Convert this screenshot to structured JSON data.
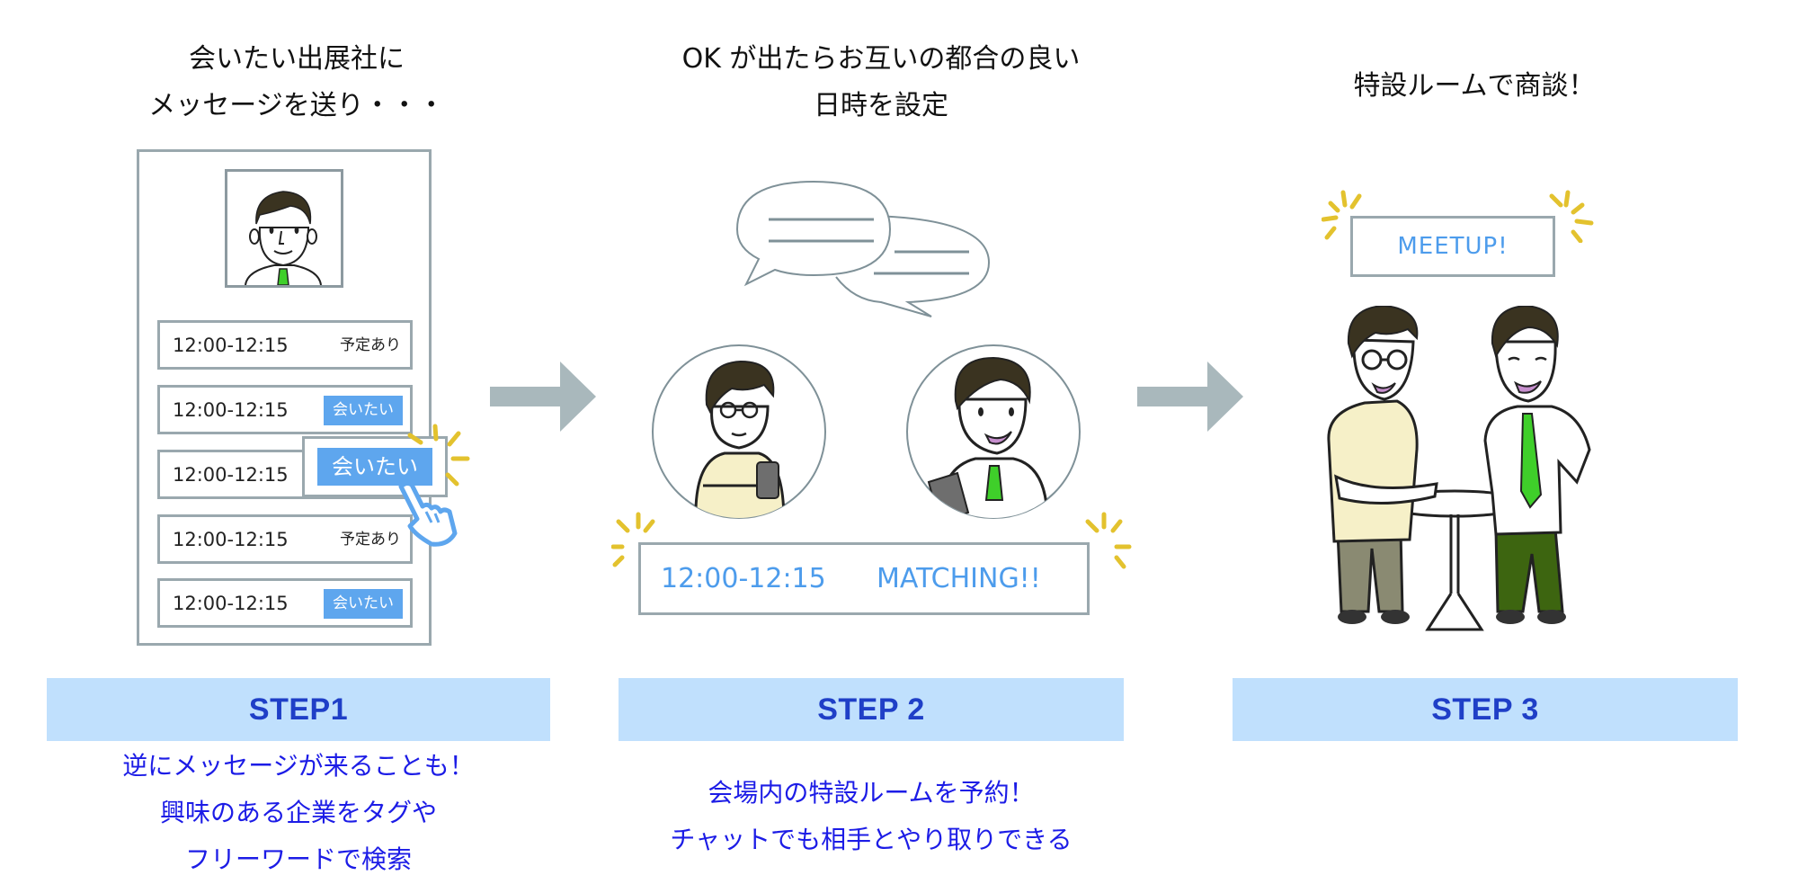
{
  "steps": [
    {
      "caption_lines": [
        "会いたい出展社に",
        "メッセージを送り・・・"
      ],
      "label": "STEP1",
      "description_lines": [
        "逆にメッセージが来ることも！",
        "興味のある企業をタグや",
        "フリーワードで検索"
      ],
      "illustration": {
        "profile_photo": "businessman-portrait",
        "slots": [
          {
            "time": "12:00-12:15",
            "status": "予定あり",
            "type": "booked"
          },
          {
            "time": "12:00-12:15",
            "status": "会いたい",
            "type": "request"
          },
          {
            "time": "12:00-12:15",
            "status": "会いたい",
            "type": "request-highlighted"
          },
          {
            "time": "12:00-12:15",
            "status": "予定あり",
            "type": "booked"
          },
          {
            "time": "12:00-12:15",
            "status": "会いたい",
            "type": "request"
          }
        ],
        "popup_label": "会いたい",
        "cursor_icon": "pointing-hand-icon"
      }
    },
    {
      "caption_lines": [
        "OK が出たらお互いの都合の良い",
        "日時を設定"
      ],
      "label": "STEP 2",
      "description_lines": [
        "会場内の特設ルームを予約！",
        "チャットでも相手とやり取りできる"
      ],
      "illustration": {
        "chat_icon": "speech-bubbles-icon",
        "match_time": "12:00-12:15",
        "match_label": "MATCHING!!"
      }
    },
    {
      "caption_lines": [
        "特設ルームで商談！"
      ],
      "label": "STEP 3",
      "description_lines": [],
      "illustration": {
        "badge_label": "MEETUP!"
      }
    }
  ],
  "arrow_icon": "right-arrow-icon",
  "colors": {
    "step_band": "#c0e0fd",
    "step_label": "#1f3fc7",
    "description_text": "#1c1ce6",
    "accent_blue": "#5ea6ee",
    "sparkle": "#e3c22e",
    "arrow": "#a9b8bc",
    "tie_green": "#3fcf2a"
  }
}
